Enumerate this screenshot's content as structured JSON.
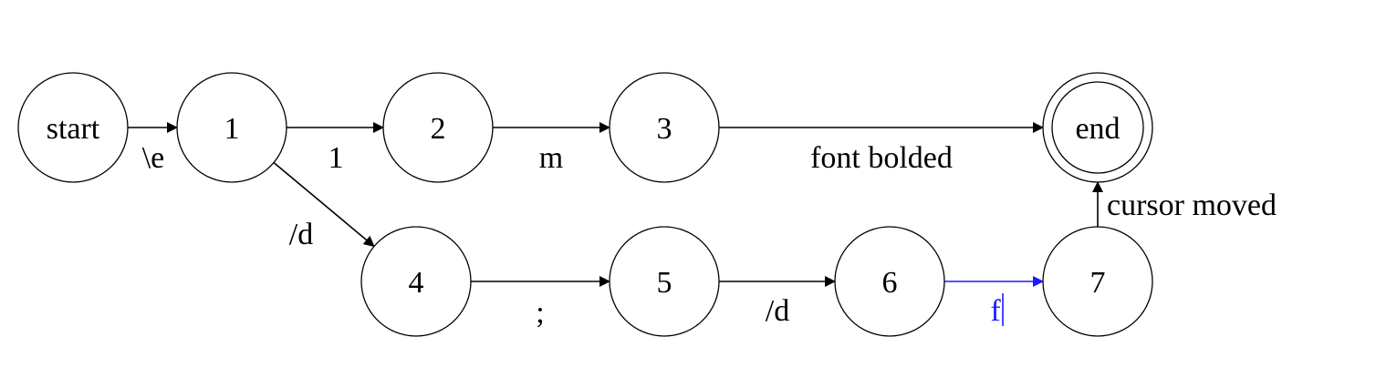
{
  "colors": {
    "default": "#000000",
    "highlight": "#1a1aff"
  },
  "diagram": {
    "type": "state-machine",
    "nodes": [
      {
        "id": "start",
        "label": "start",
        "accepting": false
      },
      {
        "id": "1",
        "label": "1",
        "accepting": false
      },
      {
        "id": "2",
        "label": "2",
        "accepting": false
      },
      {
        "id": "3",
        "label": "3",
        "accepting": false
      },
      {
        "id": "end",
        "label": "end",
        "accepting": true
      },
      {
        "id": "4",
        "label": "4",
        "accepting": false
      },
      {
        "id": "5",
        "label": "5",
        "accepting": false
      },
      {
        "id": "6",
        "label": "6",
        "accepting": false
      },
      {
        "id": "7",
        "label": "7",
        "accepting": false
      }
    ],
    "edges": [
      {
        "from": "start",
        "to": "1",
        "label": "\\e",
        "highlighted": false
      },
      {
        "from": "1",
        "to": "2",
        "label": "1",
        "highlighted": false
      },
      {
        "from": "2",
        "to": "3",
        "label": "m",
        "highlighted": false
      },
      {
        "from": "3",
        "to": "end",
        "label": "font bolded",
        "highlighted": false
      },
      {
        "from": "1",
        "to": "4",
        "label": "/d",
        "highlighted": false
      },
      {
        "from": "4",
        "to": "5",
        "label": ";",
        "highlighted": false
      },
      {
        "from": "5",
        "to": "6",
        "label": "/d",
        "highlighted": false
      },
      {
        "from": "6",
        "to": "7",
        "label": "f",
        "highlighted": true,
        "editing": true
      },
      {
        "from": "7",
        "to": "end",
        "label": "cursor moved",
        "highlighted": false
      }
    ]
  }
}
